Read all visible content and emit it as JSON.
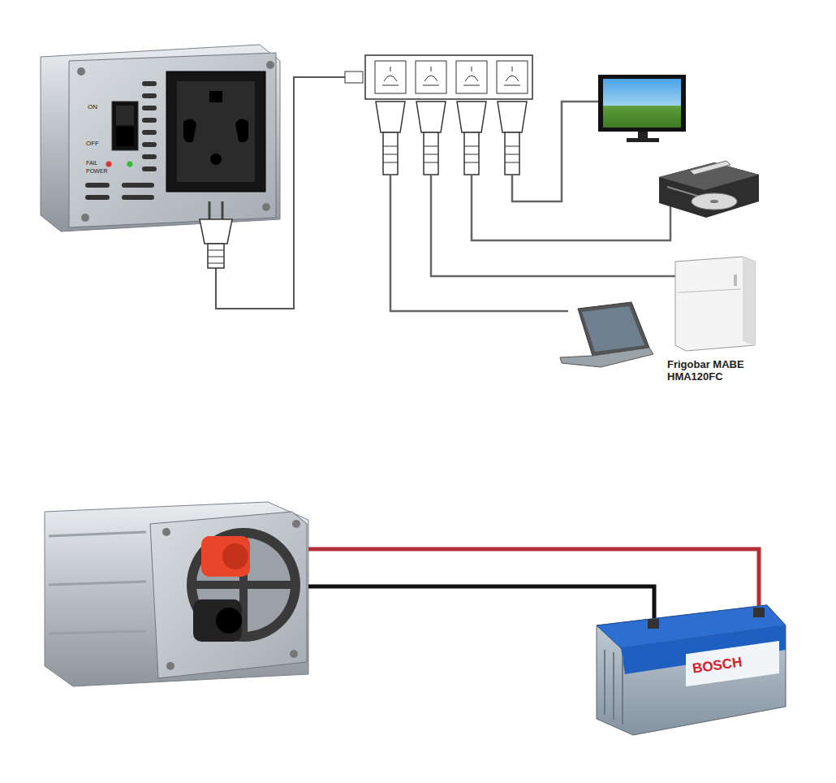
{
  "diagram": {
    "labels": [
      "ON",
      "OFF",
      "FAIL",
      "POWER",
      "BOSCH",
      "Frigobar MABE HMA120FC"
    ]
  }
}
